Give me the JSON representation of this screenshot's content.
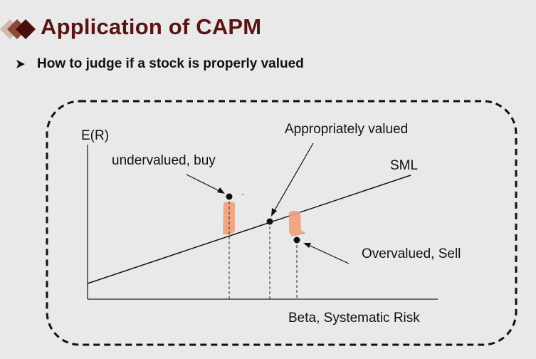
{
  "header": {
    "title": "Application of CAPM",
    "bullet": "How to judge if a stock is properly valued"
  },
  "diagram": {
    "y_axis_label": "E(R)",
    "x_axis_label": "Beta, Systematic Risk",
    "line_label": "SML",
    "annotations": {
      "undervalued": "undervalued, buy",
      "appropriate": "Appropriately valued",
      "overvalued": "Overvalued, Sell"
    }
  },
  "colors": {
    "title": "#5a1414",
    "logo_dark": "#4a0e0e",
    "logo_mid": "#8a4a3a",
    "logo_light": "#d2b8a8",
    "highlight": "#f0a07a",
    "background": "#e9e9e9"
  },
  "icons": {
    "logo": "diamond-logo-icon",
    "bullet": "arrowhead-bullet-icon"
  }
}
